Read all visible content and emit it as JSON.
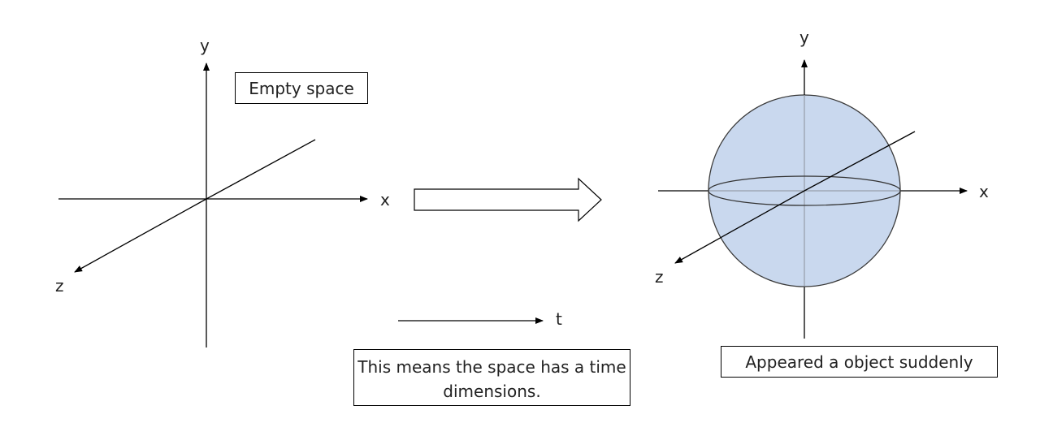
{
  "left_panel": {
    "axis_labels": {
      "y": "y",
      "x": "x",
      "z": "z"
    },
    "caption": "Empty space"
  },
  "transition": {
    "time_label": "t",
    "note": "This means the space has a time dimensions."
  },
  "right_panel": {
    "axis_labels": {
      "y": "y",
      "x": "x",
      "z": "z"
    },
    "caption": "Appeared a object suddenly"
  },
  "colors": {
    "line": "#000000",
    "sphere_fill": "#c9d8ee",
    "sphere_stroke": "#3a3a3a",
    "box_border": "#000000"
  }
}
